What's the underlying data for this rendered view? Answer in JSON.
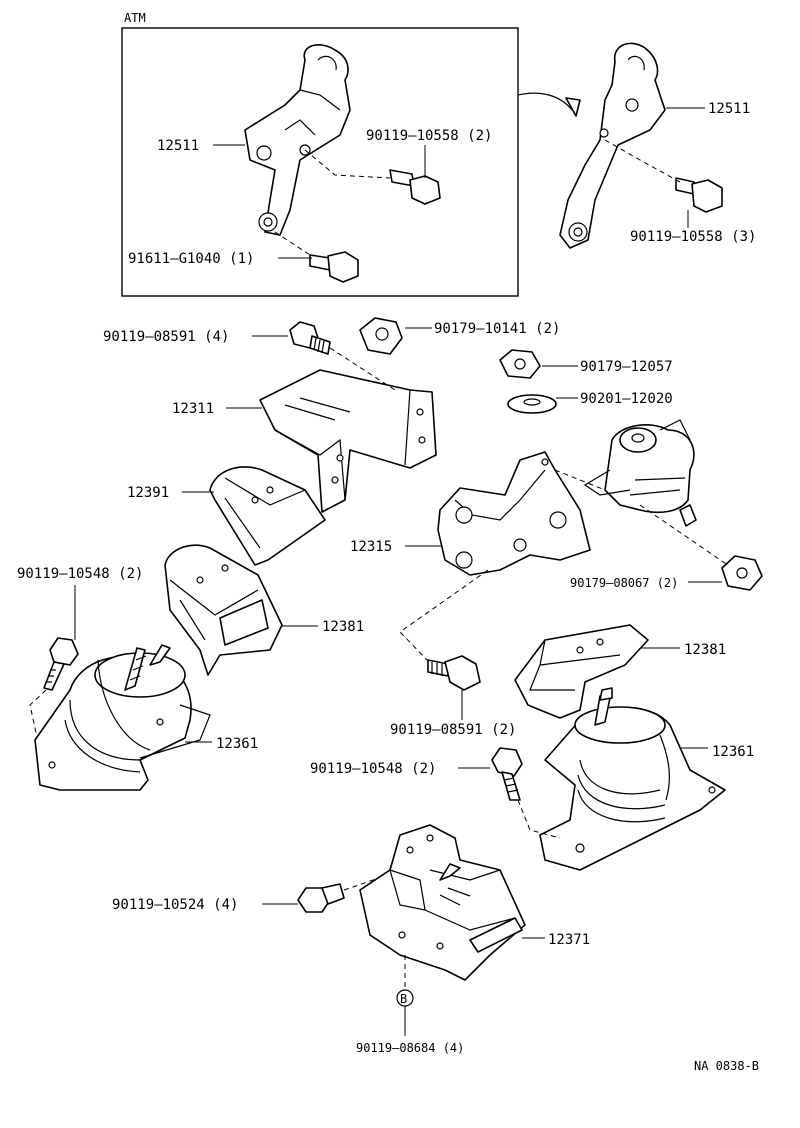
{
  "inset": {
    "title": "ATM"
  },
  "callouts": {
    "atm_12511": "12511",
    "atm_90119_10558": "90119–10558 (2)",
    "atm_91611_g1040": "91611–G1040 (1)",
    "r_12511": "12511",
    "r_90119_10558": "90119–10558 (3)",
    "n_90119_08591_4": "90119–08591 (4)",
    "n_90179_10141": "90179–10141 (2)",
    "n_90179_12057": "90179–12057",
    "n_12311": "12311",
    "n_90201_12020": "90201–12020",
    "n_12391": "12391",
    "n_12315": "12315",
    "n_90119_10548_l": "90119–10548 (2)",
    "n_90179_08067": "90179–08067 (2)",
    "n_12381_l": "12381",
    "n_12381_r": "12381",
    "n_12361_l": "12361",
    "n_90119_08591_2": "90119–08591 (2)",
    "n_12361_r": "12361",
    "n_90119_10548_r": "90119–10548 (2)",
    "n_90119_10524": "90119–10524 (4)",
    "n_12371": "12371",
    "n_b_marker": "B",
    "n_90119_08684": "90119–08684 (4)"
  },
  "footer": {
    "code": "NA 0838-B"
  }
}
